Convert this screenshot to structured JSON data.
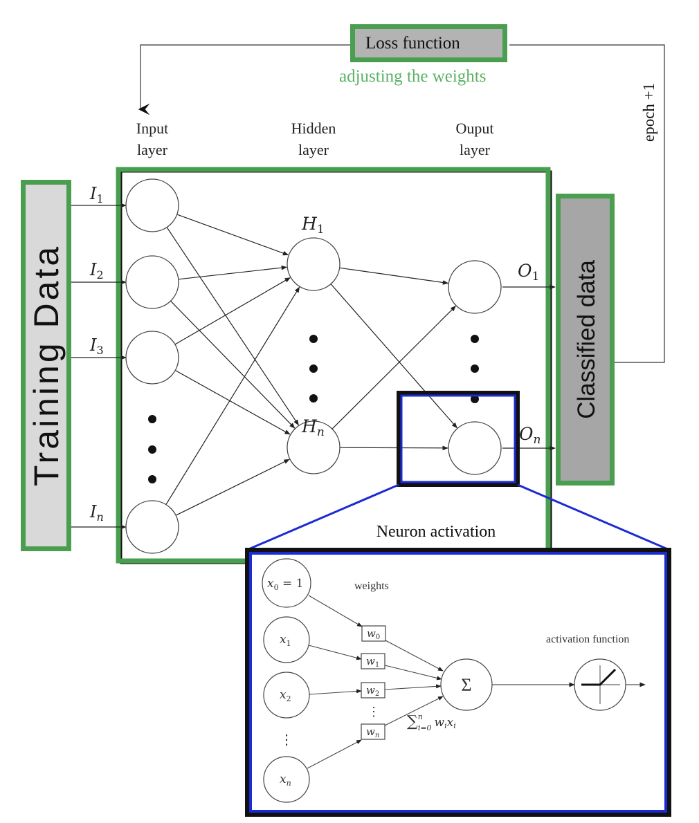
{
  "colors": {
    "green": "#4a9e50",
    "green_text": "#5cb264",
    "blue": "#1a2bd4",
    "gray_dark": "#a6a6a6",
    "gray_light": "#d9d9d9",
    "line": "#222222"
  },
  "loss": {
    "label": "Loss function",
    "caption": "adjusting the weights"
  },
  "epoch_label": "epoch +1",
  "training_data_label": "Training Data",
  "classified_data_label": "Classified data",
  "layers": {
    "input": [
      "Input",
      "layer"
    ],
    "hidden": [
      "Hidden",
      "layer"
    ],
    "output": [
      "Ouput",
      "layer"
    ]
  },
  "inputs": [
    {
      "base": "I",
      "sub": "1"
    },
    {
      "base": "I",
      "sub": "2"
    },
    {
      "base": "I",
      "sub": "3"
    },
    {
      "base": "I",
      "sub": "n"
    }
  ],
  "hidden_labels": [
    {
      "base": "H",
      "sub": "1"
    },
    {
      "base": "H",
      "sub": "n"
    }
  ],
  "output_labels": [
    {
      "base": "O",
      "sub": "1"
    },
    {
      "base": "O",
      "sub": "n"
    }
  ],
  "neuron_activation": {
    "title": "Neuron activation",
    "weights_label": "weights",
    "activation_label": "activation function",
    "sum_symbol": "Σ",
    "sum_formula": {
      "prefix": "∑",
      "sup": "n",
      "sub": "i=0",
      "term": "w",
      "term_sub": "i",
      "term2": "x",
      "term2_sub": "i"
    },
    "x_nodes": [
      {
        "base": "x",
        "sub": "0",
        "suffix": " = 1"
      },
      {
        "base": "x",
        "sub": "1",
        "suffix": ""
      },
      {
        "base": "x",
        "sub": "2",
        "suffix": ""
      },
      {
        "base": "x",
        "sub": "n",
        "suffix": ""
      }
    ],
    "w_boxes": [
      {
        "base": "w",
        "sub": "0"
      },
      {
        "base": "w",
        "sub": "1"
      },
      {
        "base": "w",
        "sub": "2"
      },
      {
        "base": "w",
        "sub": "n"
      }
    ],
    "vdots": "⋮"
  }
}
